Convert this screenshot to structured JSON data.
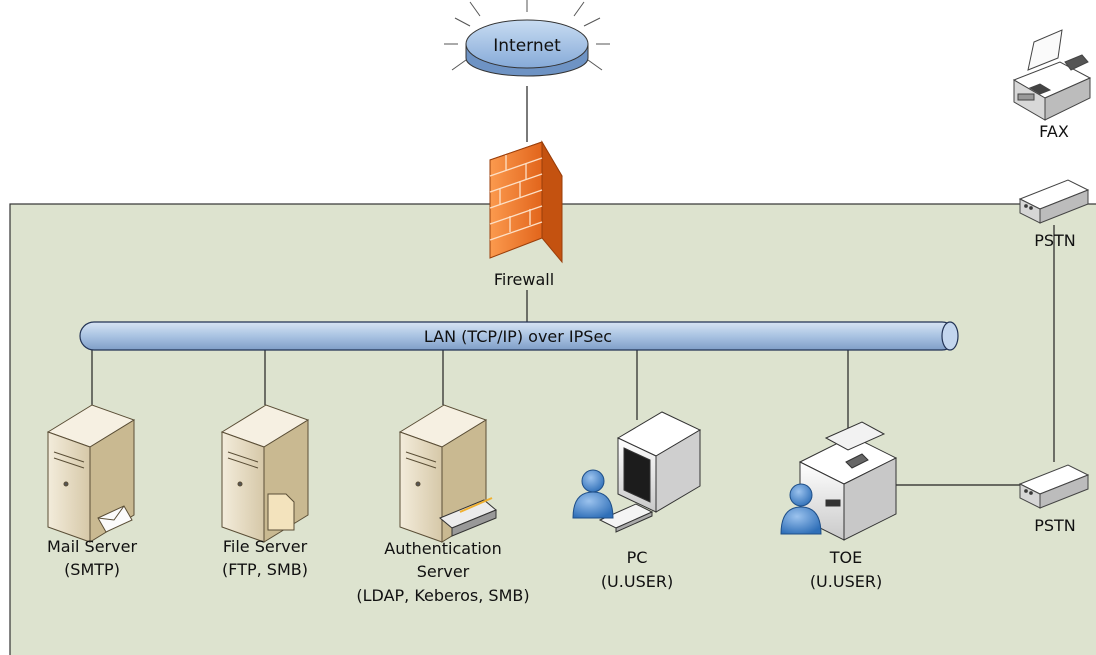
{
  "colors": {
    "zone_fill": "#dde3cf",
    "zone_stroke": "#333333",
    "lan_fill": "#a9c3e2",
    "firewall": "#f07a2a",
    "internet_fill": "#9bbce0",
    "server_body": "#e7dcc3",
    "device_gray": "#e6e6e6",
    "user_blue": "#4a86c8"
  },
  "internet": {
    "label": "Internet",
    "icon": "cloud-disk-icon"
  },
  "firewall": {
    "label": "Firewall",
    "icon": "brick-firewall-icon"
  },
  "lan": {
    "label": "LAN (TCP/IP) over IPSec"
  },
  "fax": {
    "label": "FAX",
    "icon": "fax-machine-icon"
  },
  "pstn_top": {
    "label": "PSTN",
    "icon": "modem-icon"
  },
  "pstn_bottom": {
    "label": "PSTN",
    "icon": "modem-icon"
  },
  "nodes": [
    {
      "id": "mail-server",
      "line1": "Mail Server",
      "line2": "(SMTP)",
      "icon": "server-tower-envelope-icon"
    },
    {
      "id": "file-server",
      "line1": "File Server",
      "line2": "(FTP, SMB)",
      "icon": "server-tower-file-icon"
    },
    {
      "id": "auth-server",
      "line1": "Authentication",
      "line2": "Server",
      "line3": "(LDAP, Keberos, SMB)",
      "icon": "server-tower-keyboard-icon"
    },
    {
      "id": "pc",
      "line1": "PC",
      "line2": "(U.USER)",
      "icon": "computer-user-icon"
    },
    {
      "id": "toe",
      "line1": "TOE",
      "line2": "(U.USER)",
      "icon": "multifunction-printer-user-icon"
    }
  ]
}
